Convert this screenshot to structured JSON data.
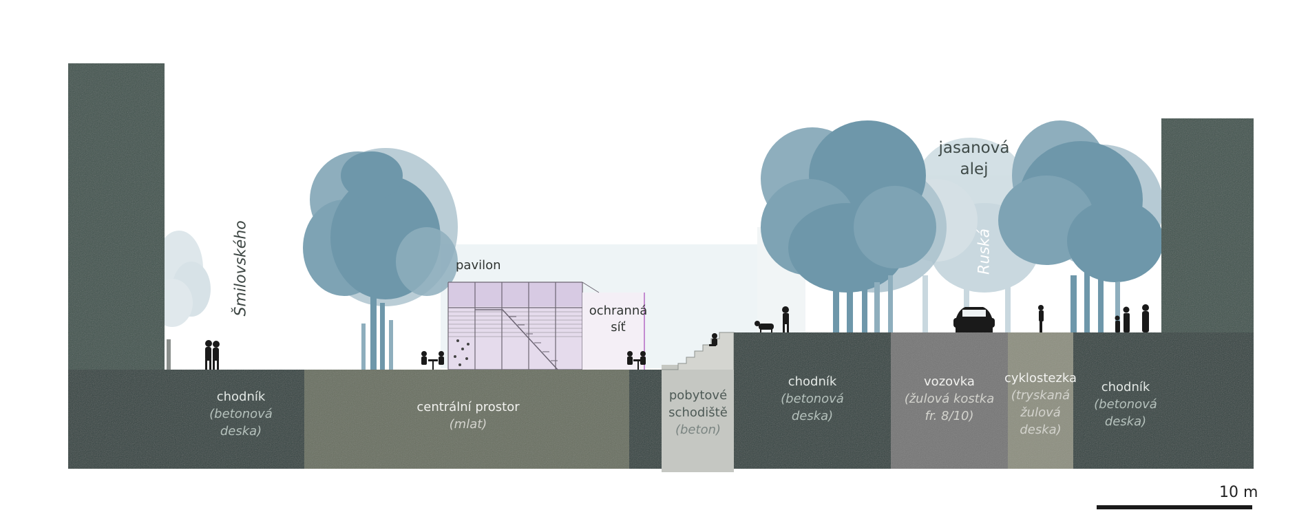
{
  "streets": {
    "left": "Šmilovského",
    "right": "Ruská"
  },
  "labels": {
    "pavilion": "pavilon",
    "net_line1": "ochranná",
    "net_line2": "síť",
    "alley_line1": "jasanová",
    "alley_line2": "alej"
  },
  "segments": [
    {
      "name": "chodník",
      "material": "(betonová deska)"
    },
    {
      "name": "centrální prostor",
      "material": "(mlat)"
    },
    {
      "name": "pobytové schodiště",
      "material": "(beton)"
    },
    {
      "name": "chodník",
      "material": "(betonová deska)"
    },
    {
      "name": "vozovka",
      "material": "(žulová kostka fr. 8/10)"
    },
    {
      "name": "cyklostezka",
      "material": "(tryskaná žulová deska)"
    },
    {
      "name": "chodník",
      "material": "(betonová deska)"
    }
  ],
  "segment_lines": {
    "seg1": [
      "chodník",
      "(betonová",
      "deska)"
    ],
    "seg2": [
      "centrální prostor",
      "(mlat)"
    ],
    "seg3": [
      "pobytové",
      "schodiště",
      "(beton)"
    ],
    "seg4": [
      "chodník",
      "(betonová",
      "deska)"
    ],
    "seg5": [
      "vozovka",
      "(žulová kostka",
      "fr. 8/10)"
    ],
    "seg6": [
      "cyklostezka",
      "(tryskaná",
      "žulová",
      "deska)"
    ],
    "seg7": [
      "chodník",
      "(betonová",
      "deska)"
    ]
  },
  "scale_bar": {
    "label": "10 m"
  },
  "colors": {
    "building": "#3f524d",
    "ground_dark": "#33433f",
    "mlat": "#696f60",
    "stairs": "#c5c7c2",
    "road": "#767676",
    "bike_path": "#8d8f80",
    "tree": "#6e97aa",
    "tree_light": "#a9c1cc",
    "pavilion": "#e5dbec",
    "silhouette": "#1a1a1a"
  }
}
